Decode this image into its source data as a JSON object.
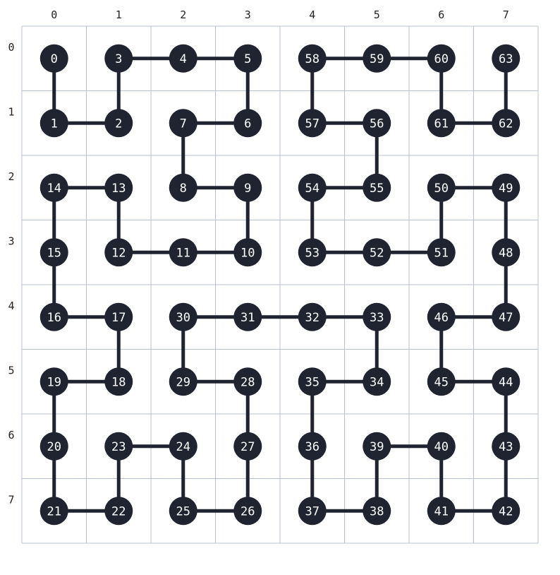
{
  "grid": {
    "columns": [
      "0",
      "1",
      "2",
      "3",
      "4",
      "5",
      "6",
      "7"
    ],
    "rows": [
      "0",
      "1",
      "2",
      "3",
      "4",
      "5",
      "6",
      "7"
    ]
  },
  "nodes": [
    {
      "label": "0",
      "col": 0,
      "row": 0
    },
    {
      "label": "1",
      "col": 0,
      "row": 1
    },
    {
      "label": "2",
      "col": 1,
      "row": 1
    },
    {
      "label": "3",
      "col": 1,
      "row": 0
    },
    {
      "label": "4",
      "col": 2,
      "row": 0
    },
    {
      "label": "5",
      "col": 3,
      "row": 0
    },
    {
      "label": "6",
      "col": 3,
      "row": 1
    },
    {
      "label": "7",
      "col": 2,
      "row": 1
    },
    {
      "label": "8",
      "col": 2,
      "row": 2
    },
    {
      "label": "9",
      "col": 3,
      "row": 2
    },
    {
      "label": "10",
      "col": 3,
      "row": 3
    },
    {
      "label": "11",
      "col": 2,
      "row": 3
    },
    {
      "label": "12",
      "col": 1,
      "row": 3
    },
    {
      "label": "13",
      "col": 1,
      "row": 2
    },
    {
      "label": "14",
      "col": 0,
      "row": 2
    },
    {
      "label": "15",
      "col": 0,
      "row": 3
    },
    {
      "label": "16",
      "col": 0,
      "row": 4
    },
    {
      "label": "17",
      "col": 1,
      "row": 4
    },
    {
      "label": "18",
      "col": 1,
      "row": 5
    },
    {
      "label": "19",
      "col": 0,
      "row": 5
    },
    {
      "label": "20",
      "col": 0,
      "row": 6
    },
    {
      "label": "21",
      "col": 0,
      "row": 7
    },
    {
      "label": "22",
      "col": 1,
      "row": 7
    },
    {
      "label": "23",
      "col": 1,
      "row": 6
    },
    {
      "label": "24",
      "col": 2,
      "row": 6
    },
    {
      "label": "25",
      "col": 2,
      "row": 7
    },
    {
      "label": "26",
      "col": 3,
      "row": 7
    },
    {
      "label": "27",
      "col": 3,
      "row": 6
    },
    {
      "label": "28",
      "col": 3,
      "row": 5
    },
    {
      "label": "29",
      "col": 2,
      "row": 5
    },
    {
      "label": "30",
      "col": 2,
      "row": 4
    },
    {
      "label": "31",
      "col": 3,
      "row": 4
    },
    {
      "label": "32",
      "col": 4,
      "row": 4
    },
    {
      "label": "33",
      "col": 5,
      "row": 4
    },
    {
      "label": "34",
      "col": 5,
      "row": 5
    },
    {
      "label": "35",
      "col": 4,
      "row": 5
    },
    {
      "label": "36",
      "col": 4,
      "row": 6
    },
    {
      "label": "37",
      "col": 4,
      "row": 7
    },
    {
      "label": "38",
      "col": 5,
      "row": 7
    },
    {
      "label": "39",
      "col": 5,
      "row": 6
    },
    {
      "label": "40",
      "col": 6,
      "row": 6
    },
    {
      "label": "41",
      "col": 6,
      "row": 7
    },
    {
      "label": "42",
      "col": 7,
      "row": 7
    },
    {
      "label": "43",
      "col": 7,
      "row": 6
    },
    {
      "label": "44",
      "col": 7,
      "row": 5
    },
    {
      "label": "45",
      "col": 6,
      "row": 5
    },
    {
      "label": "46",
      "col": 6,
      "row": 4
    },
    {
      "label": "47",
      "col": 7,
      "row": 4
    },
    {
      "label": "48",
      "col": 7,
      "row": 3
    },
    {
      "label": "49",
      "col": 7,
      "row": 2
    },
    {
      "label": "50",
      "col": 6,
      "row": 2
    },
    {
      "label": "51",
      "col": 6,
      "row": 3
    },
    {
      "label": "52",
      "col": 5,
      "row": 3
    },
    {
      "label": "53",
      "col": 4,
      "row": 3
    },
    {
      "label": "54",
      "col": 4,
      "row": 2
    },
    {
      "label": "55",
      "col": 5,
      "row": 2
    },
    {
      "label": "56",
      "col": 5,
      "row": 1
    },
    {
      "label": "57",
      "col": 4,
      "row": 1
    },
    {
      "label": "58",
      "col": 4,
      "row": 0
    },
    {
      "label": "59",
      "col": 5,
      "row": 0
    },
    {
      "label": "60",
      "col": 6,
      "row": 0
    },
    {
      "label": "61",
      "col": 6,
      "row": 1
    },
    {
      "label": "62",
      "col": 7,
      "row": 1
    },
    {
      "label": "63",
      "col": 7,
      "row": 0
    }
  ],
  "colors": {
    "node_fill": "#1f2430",
    "node_text": "#ffffff",
    "edge": "#1f2430",
    "grid_line": "#b8c2cf",
    "axis_text": "#222222"
  }
}
